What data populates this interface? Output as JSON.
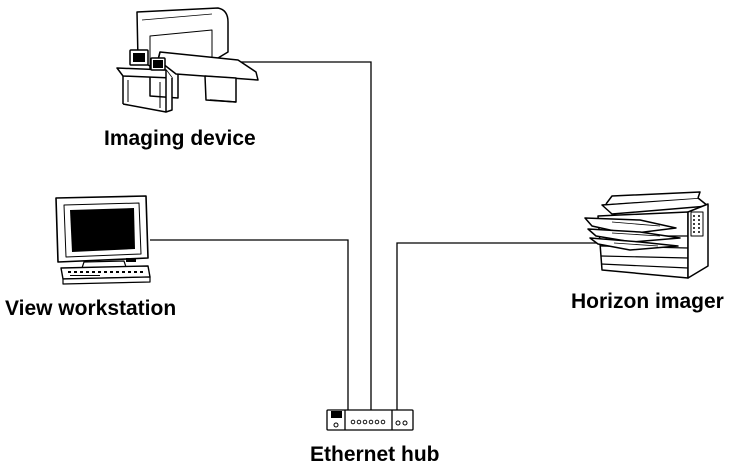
{
  "nodes": {
    "imaging_device": {
      "label": "Imaging device",
      "icon": "mri-scanner-icon"
    },
    "view_workstation": {
      "label": "View workstation",
      "icon": "computer-workstation-icon"
    },
    "horizon_imager": {
      "label": "Horizon imager",
      "icon": "printer-imager-icon"
    },
    "ethernet_hub": {
      "label": "Ethernet hub",
      "icon": "network-hub-icon"
    }
  },
  "connections": [
    {
      "from": "imaging_device",
      "to": "ethernet_hub"
    },
    {
      "from": "view_workstation",
      "to": "ethernet_hub"
    },
    {
      "from": "horizon_imager",
      "to": "ethernet_hub"
    }
  ],
  "colors": {
    "line": "#000000",
    "background": "#ffffff",
    "screen": "#000000"
  }
}
